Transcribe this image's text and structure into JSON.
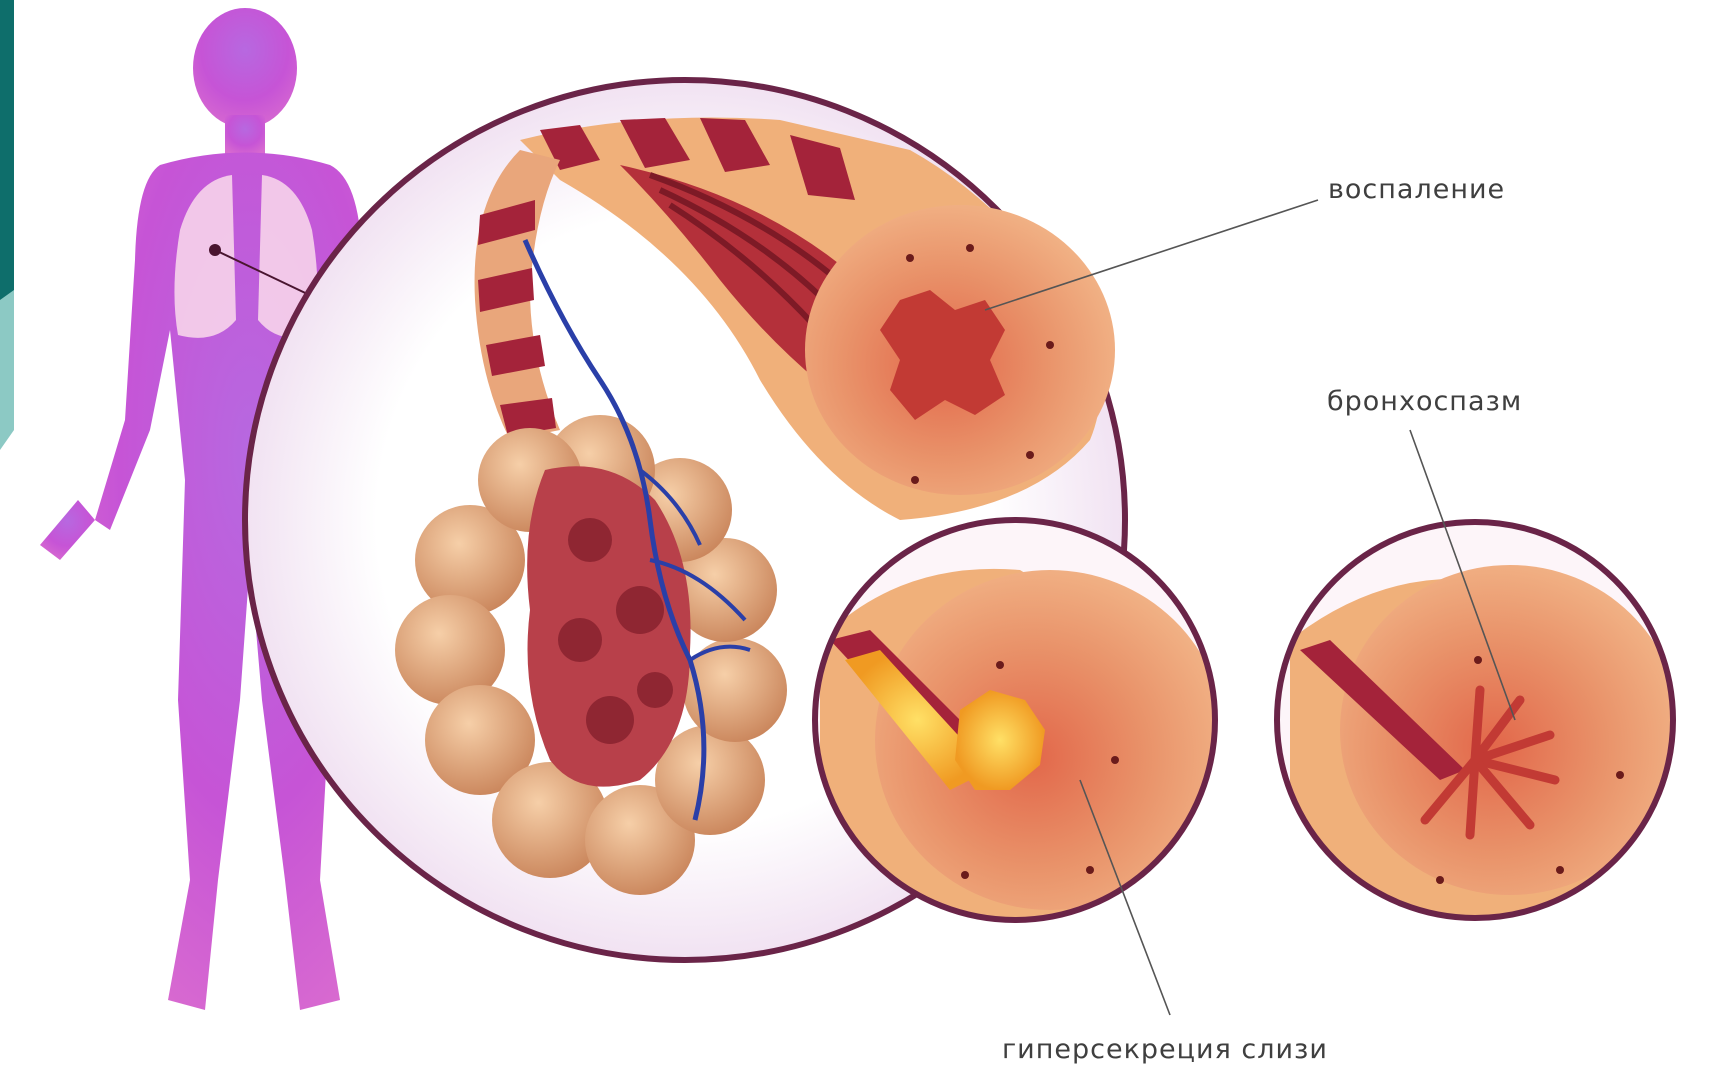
{
  "labels": {
    "inflammation": "воспаление",
    "bronchospasm": "бронхоспазм",
    "mucus_hypersecretion": "гиперсекреция слизи"
  },
  "colors": {
    "body_silhouette": "#c64fd8",
    "lungs": "#f4cdea",
    "circle_border": "#6a2448",
    "bronchus_wall": "#f0b07a",
    "bronchus_muscle": "#a4233a",
    "alveoli": "#d99b6e",
    "vessel": "#2a3fa8",
    "mucus": "#f5b825",
    "accent_bar": "#0e6e6b"
  },
  "icons": [
    "human-body-silhouette",
    "bronchus-illustration",
    "alveoli-cluster"
  ]
}
